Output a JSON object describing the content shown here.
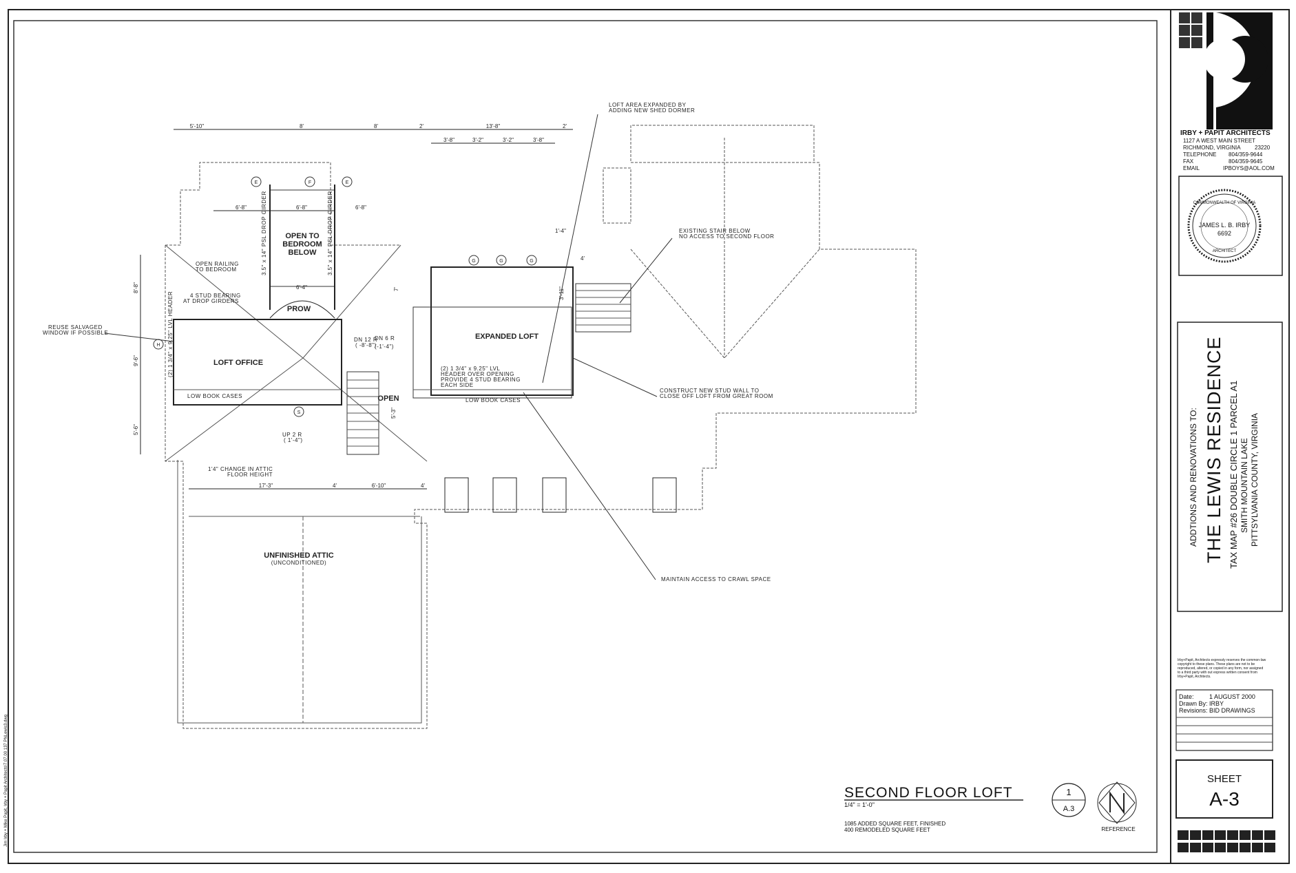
{
  "drawing": {
    "title": "SECOND FLOOR LOFT",
    "scale": "1/4\" = 1'-0\"",
    "detail_number": "1",
    "sheet_ref": "A.3",
    "north_label": "REFERENCE",
    "area_note_1": "1085  ADDED SQUARE FEET, FINISHED",
    "area_note_2": "400 REMODELED SQUARE FEET",
    "file_path": "Jim Irby + Mike Papit, Irby + Papit Architects\\7.07.00 137 PNLewis3.dwg"
  },
  "rooms": {
    "open_to_bedroom_1": "OPEN TO",
    "open_to_bedroom_2": "BEDROOM",
    "open_to_bedroom_3": "BELOW",
    "prow": "PROW",
    "loft_office": "LOFT OFFICE",
    "expanded_loft": "EXPANDED LOFT",
    "open": "OPEN",
    "unfinished_attic": "UNFINISHED ATTIC",
    "unconditioned": "(UNCONDITIONED)",
    "low_book_cases_1": "LOW BOOK CASES",
    "low_book_cases_2": "LOW BOOK CASES"
  },
  "notes": {
    "loft_area_1": "LOFT AREA EXPANDED BY",
    "loft_area_2": "ADDING NEW SHED DORMER",
    "existing_stair_1": "EXISTING STAIR BELOW",
    "existing_stair_2": "NO ACCESS TO SECOND FLOOR",
    "open_railing_1": "OPEN RAILING",
    "open_railing_2": "TO BEDROOM",
    "stud_bearing_1": "4 STUD BEARING",
    "stud_bearing_2": "AT DROP GIRDERS",
    "reuse_window_1": "REUSE SALVAGED",
    "reuse_window_2": "WINDOW IF POSSIBLE",
    "header_1": "(2) 1 3/4\" x 9.25\" LVL",
    "header_2": "HEADER OVER OPENING",
    "header_3": "PROVIDE 4 STUD BEARING",
    "header_4": "EACH SIDE",
    "construct_wall_1": "CONSTRUCT NEW STUD WALL TO",
    "construct_wall_2": "CLOSE OFF LOFT FROM GREAT ROOM",
    "attic_change_1": "1'4\" CHANGE IN ATTIC",
    "attic_change_2": "FLOOR HEIGHT",
    "crawl_space": "MAINTAIN ACCESS TO CRAWL SPACE",
    "girder_1": "3.5\" x 14\" PSL DROP GIRDER",
    "girder_2": "3.5\" x 14\" PSL DROP GIRDER",
    "lvl_header": "(2) 1 3/4\" x 9.25\" LVL HEADER",
    "dn_12r_1": "DN 12 R",
    "dn_12r_2": "( -8'-8\")",
    "dn_6r_1": "DN 6 R",
    "dn_6r_2": "(-1'-4\")",
    "up_2r_1": "UP 2 R",
    "up_2r_2": "( 1'-4\")"
  },
  "dimensions": {
    "top": [
      "5'-10\"",
      "8'",
      "8'",
      "2'",
      "13'-8\"",
      "2'"
    ],
    "sub_top": [
      "3'-8\"",
      "3'-2\"",
      "3'-2\"",
      "3'-8\""
    ],
    "girders": [
      "6'-8\"",
      "6'-8\"",
      "6'-8\""
    ],
    "mid": [
      "6'-4\""
    ],
    "left": [
      "8'-8\"",
      "9'-6\"",
      "5'-6\""
    ],
    "bottom": [
      "17'-3\"",
      "4'",
      "6'-10\"",
      "4'"
    ],
    "right_small": [
      "1'-4\"",
      "4'",
      "3'-11\"",
      "7'"
    ],
    "stair": [
      "5'-3\""
    ]
  },
  "grid_markers": [
    "E",
    "F",
    "E",
    "G",
    "G",
    "G",
    "H",
    "S"
  ],
  "firm": {
    "name": "IRBY + PAPIT ARCHITECTS",
    "address": "1127 A  WEST  MAIN  STREET",
    "city": "RICHMOND, VIRGINIA",
    "zip": "23220",
    "telephone_label": "TELEPHONE",
    "telephone": "804/359-9644",
    "fax_label": "FAX",
    "fax": "804/359-9645",
    "email_label": "EMAIL",
    "email": "IPBOYS@AOL.COM"
  },
  "seal": {
    "top": "COMMONWEALTH OF VIRGINIA",
    "name": "JAMES L. B. IRBY",
    "number": "6692",
    "bottom": "ARCHITECT"
  },
  "project": {
    "subtitle": "ADDTIONS AND RENOVATIONS TO:",
    "title": "THE LEWIS RESIDENCE",
    "line1": "TAX MAP #26 DOUBLE CIRCLE 1 PARCEL A1",
    "line2": "SMITH MOUNTAIN LAKE",
    "line3": "PITTSYLVANIA COUNTY, VIRGINIA"
  },
  "copyright": [
    "Irby+Papit, Architects expressly reserves the common-law",
    "copyright to these plans. These plans are not to be",
    "reproduced, altered, or copied in any form, nor assigned",
    "to a third party with out express written consent from",
    "Irby+Papit, Architects."
  ],
  "info": {
    "date_label": "Date:",
    "date": "1 AUGUST 2000",
    "drawn_label": "Drawn By:",
    "drawn": "IRBY",
    "revisions_label": "Revisions:",
    "revisions": "BID DRAWINGS"
  },
  "sheet": {
    "label": "SHEET",
    "number": "A-3"
  }
}
